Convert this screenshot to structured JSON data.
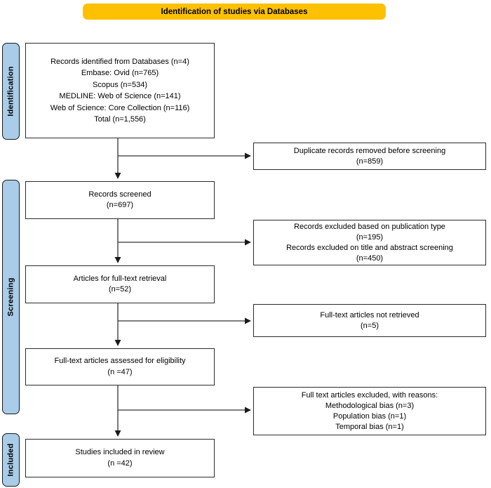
{
  "banner": {
    "text": "Identification of studies via Databases",
    "bg_color": "#FDC101"
  },
  "stages": [
    {
      "label": "Identification"
    },
    {
      "label": "Screening"
    },
    {
      "label": "Included"
    }
  ],
  "stage_bg_color": "#A9CCE9",
  "left_boxes": [
    {
      "name": "records-identified",
      "lines": [
        "Records identified from Databases (n=4)",
        "Embase: Ovid (n=765)",
        "Scopus (n=534)",
        "MEDLINE: Web of Science (n=141)",
        "Web of Science: Core Collection (n=116)",
        "Total (n=1,556)"
      ]
    },
    {
      "name": "records-screened",
      "lines": [
        "Records screened",
        "(n=697)"
      ]
    },
    {
      "name": "articles-fulltext-retrieval",
      "lines": [
        "Articles for full-text retrieval",
        "(n=52)"
      ]
    },
    {
      "name": "fulltext-assessed",
      "lines": [
        "Full-text articles assessed for eligibility",
        "(n =47)"
      ]
    },
    {
      "name": "studies-included",
      "lines": [
        "Studies included in review",
        "(n =42)"
      ]
    }
  ],
  "right_boxes": [
    {
      "name": "duplicates-removed",
      "lines": [
        "Duplicate records removed before screening",
        "(n=859)"
      ]
    },
    {
      "name": "records-excluded",
      "lines": [
        "Records excluded based on publication type",
        "(n=195)",
        "Records excluded on title and abstract screening",
        "(n=450)"
      ]
    },
    {
      "name": "fulltext-not-retrieved",
      "lines": [
        "Full-text articles not retrieved",
        "(n=5)"
      ]
    },
    {
      "name": "fulltext-excluded",
      "lines": [
        "Full text articles excluded, with reasons:",
        "Methodological bias (n=3)",
        "Population bias (n=1)",
        "Temporal bias (n=1)"
      ]
    }
  ],
  "arrow_color": "#333333"
}
